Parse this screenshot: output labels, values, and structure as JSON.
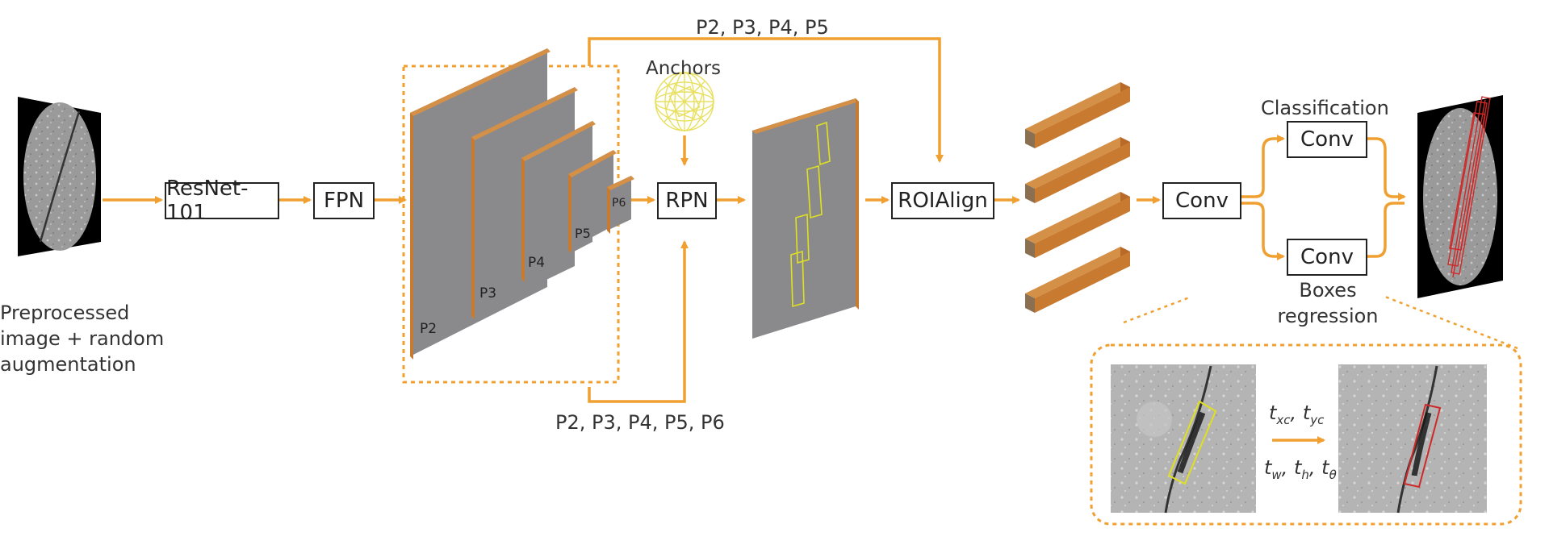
{
  "input": {
    "caption_line1": "Preprocessed",
    "caption_line2": "image + random",
    "caption_line3": "augmentation"
  },
  "blocks": {
    "resnet": "ResNet-101",
    "fpn": "FPN",
    "rpn": "RPN",
    "roialign": "ROIAlign",
    "conv_main": "Conv",
    "conv_cls": "Conv",
    "conv_box": "Conv"
  },
  "pyramid": {
    "levels": [
      "P2",
      "P3",
      "P4",
      "P5",
      "P6"
    ]
  },
  "labels": {
    "top_features": "P2, P3, P4, P5",
    "bottom_features": "P2, P3, P4, P5, P6",
    "anchors": "Anchors",
    "classification": "Classification",
    "boxes_line1": "Boxes",
    "boxes_line2": "regression"
  },
  "regression_inset": {
    "params_top": [
      "t",
      "xc",
      ", ",
      "t",
      "yc"
    ],
    "params_bottom": [
      "t",
      "w",
      ", ",
      "t",
      "h",
      ", ",
      "t",
      "θ"
    ]
  },
  "colors": {
    "arrow": "#f0a030",
    "feature_edge": "#c87a30",
    "feature_face": "#8a8a8c",
    "anchor_yellow": "#e8e060",
    "box_yellow": "#e0e020",
    "box_red": "#d02828"
  }
}
